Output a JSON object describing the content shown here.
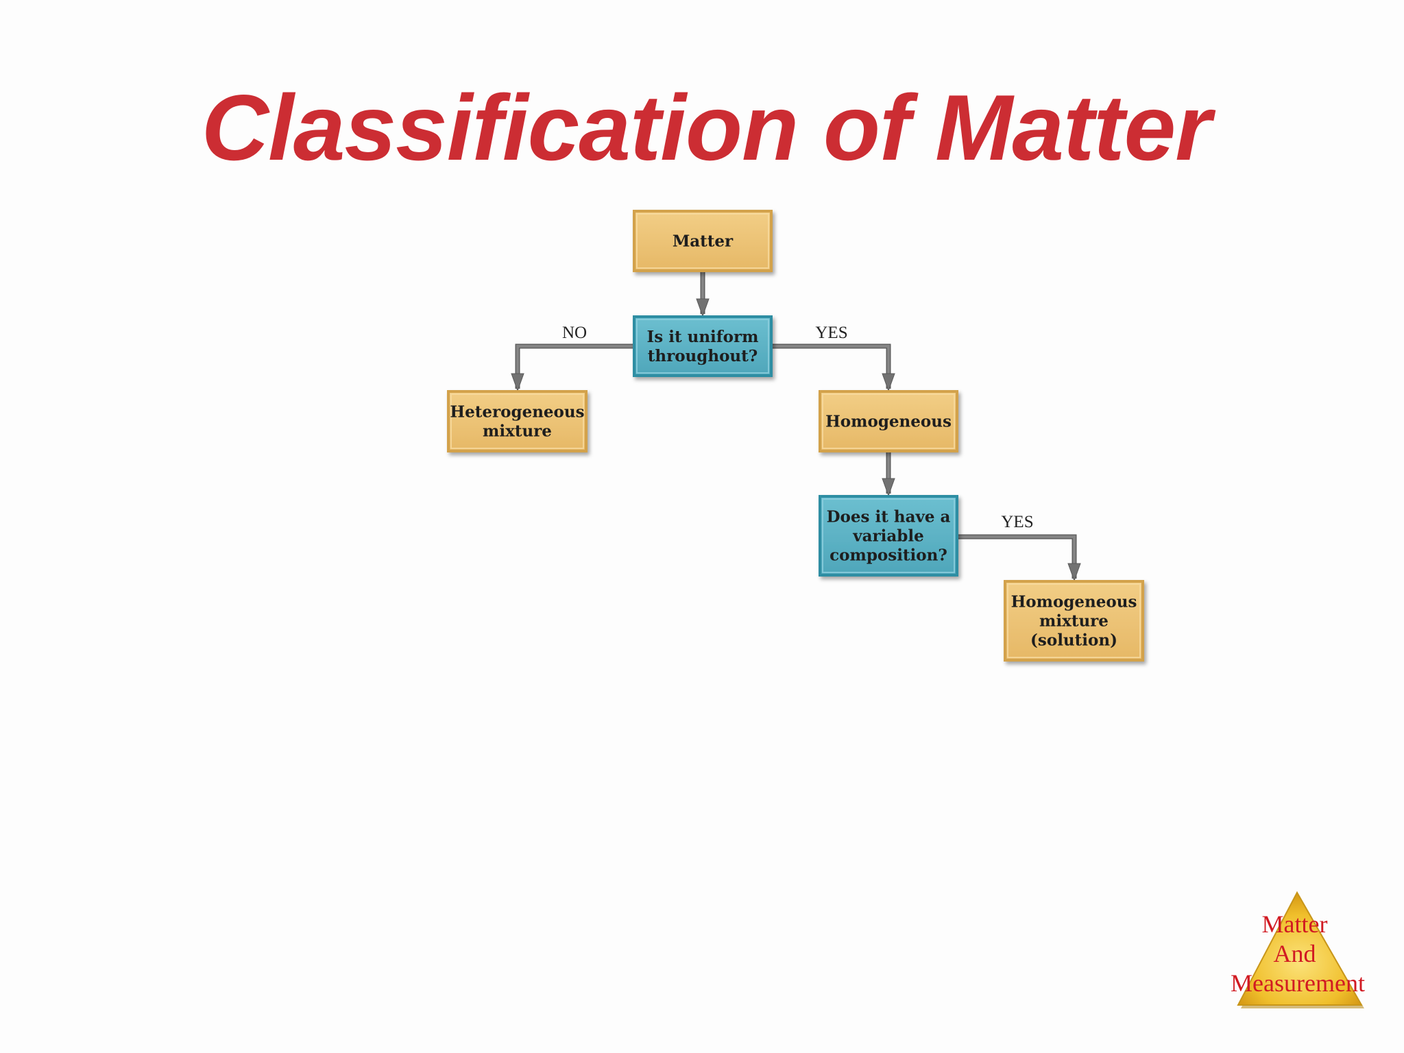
{
  "title": "Classification of Matter",
  "diagram": {
    "nodes": [
      {
        "id": "matter",
        "kind": "category",
        "lines": [
          "Matter"
        ]
      },
      {
        "id": "uniform-question",
        "kind": "question",
        "lines": [
          "Is it uniform",
          "throughout?"
        ]
      },
      {
        "id": "heterogeneous",
        "kind": "category",
        "lines": [
          "Heterogeneous",
          "mixture"
        ]
      },
      {
        "id": "homogeneous",
        "kind": "category",
        "lines": [
          "Homogeneous"
        ]
      },
      {
        "id": "composition-question",
        "kind": "question",
        "lines": [
          "Does it have a",
          "variable",
          "composition?"
        ]
      },
      {
        "id": "solution",
        "kind": "category",
        "lines": [
          "Homogeneous",
          "mixture",
          "(solution)"
        ]
      }
    ],
    "edges": [
      {
        "from": "matter",
        "to": "uniform-question",
        "label": ""
      },
      {
        "from": "uniform-question",
        "to": "heterogeneous",
        "label": "NO"
      },
      {
        "from": "uniform-question",
        "to": "homogeneous",
        "label": "YES"
      },
      {
        "from": "homogeneous",
        "to": "composition-question",
        "label": ""
      },
      {
        "from": "composition-question",
        "to": "solution",
        "label": "YES"
      }
    ],
    "colors": {
      "category_fill": "#ebc071",
      "category_border": "#d3a24c",
      "question_fill": "#5ab1c4",
      "question_border": "#2f8ea3",
      "arrow": "#858585"
    }
  },
  "badge": {
    "lines": [
      "Matter",
      "And",
      "Measurement"
    ],
    "text_color": "#d11a22",
    "fill_color": "#f2c431"
  }
}
